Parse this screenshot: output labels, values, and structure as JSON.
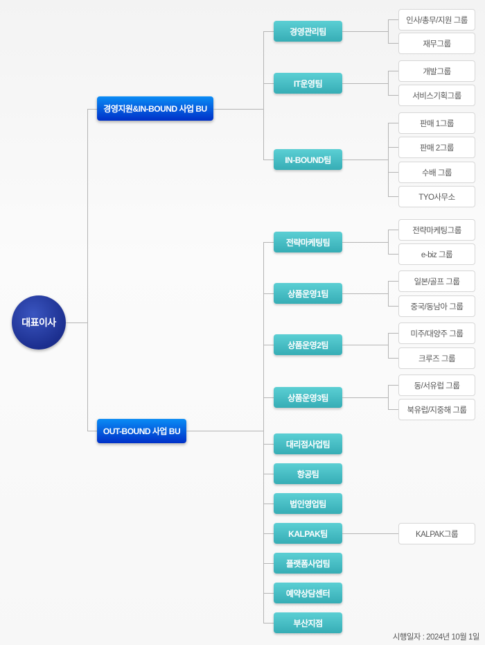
{
  "ceo": "대표이사",
  "bus": [
    {
      "label": "경영지원&IN-BOUND 사업 BU",
      "teams": [
        {
          "label": "경영관리팀",
          "groups": [
            "인사/총무/지원 그룹",
            "재무그룹"
          ]
        },
        {
          "label": "IT운영팀",
          "groups": [
            "개발그룹",
            "서비스기획그룹"
          ]
        },
        {
          "label": "IN-BOUND팀",
          "groups": [
            "판매 1그룹",
            "판매 2그룹",
            "수배 그룹",
            "TYO사무소"
          ]
        }
      ]
    },
    {
      "label": "OUT-BOUND 사업 BU",
      "teams": [
        {
          "label": "전략마케팅팀",
          "groups": [
            "전략마케팅그룹",
            "e-biz 그룹"
          ]
        },
        {
          "label": "상품운영1팀",
          "groups": [
            "일본/골프 그룹",
            "중국/동남아 그룹"
          ]
        },
        {
          "label": "상품운영2팀",
          "groups": [
            "미주/대양주 그룹",
            "크루즈 그룹"
          ]
        },
        {
          "label": "상품운영3팀",
          "groups": [
            "동/서유럽 그룹",
            "북유럽/지중해 그룹"
          ]
        },
        {
          "label": "대리점사업팀",
          "groups": []
        },
        {
          "label": "항공팀",
          "groups": []
        },
        {
          "label": "법인영업팀",
          "groups": []
        },
        {
          "label": "KALPAK팀",
          "groups": [
            "KALPAK그룹"
          ]
        },
        {
          "label": "플랫폼사업팀",
          "groups": []
        },
        {
          "label": "예약상담센터",
          "groups": []
        },
        {
          "label": "부산지점",
          "groups": []
        }
      ]
    }
  ],
  "footer": "시행일자 : 2024년 10월 1일"
}
